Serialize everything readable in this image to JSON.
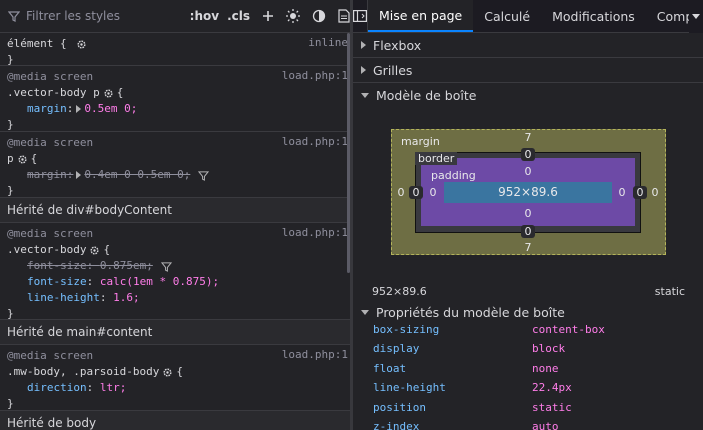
{
  "left": {
    "toolbar": {
      "filter_placeholder": "Filtrer les styles",
      "hov_label": ":hov",
      "cls_label": ".cls"
    },
    "rules": [
      {
        "selector": "élément { ",
        "source": "inline",
        "close": "}"
      },
      {
        "media": "@media screen",
        "source": "load.php:1",
        "selector": ".vector-body p",
        "open": "{",
        "props": [
          {
            "name": "margin",
            "value": "0.5em 0;",
            "expandable": true
          }
        ],
        "close": "}"
      },
      {
        "media": "@media screen",
        "source": "load.php:1",
        "selector": "p",
        "open": "{",
        "props": [
          {
            "name": "margin",
            "value": "0.4em 0 0.5em 0;",
            "expandable": true,
            "overridden": true
          }
        ],
        "close": "}"
      }
    ],
    "inherited_1": "Hérité de div#bodyContent",
    "rule_body": {
      "media": "@media screen",
      "source": "load.php:1",
      "selector": ".vector-body",
      "open": "{",
      "props": [
        {
          "name": "font-size",
          "value": "0.875em;",
          "overridden": true
        },
        {
          "name": "font-size",
          "value": "calc(1em * 0.875);"
        },
        {
          "name": "line-height",
          "value": "1.6;"
        }
      ],
      "close": "}"
    },
    "inherited_2": "Hérité de main#content",
    "rule_main": {
      "media": "@media screen",
      "source": "load.php:1",
      "selector": ".mw-body, .parsoid-body",
      "open": "{",
      "props": [
        {
          "name": "direction",
          "value": "ltr;"
        }
      ],
      "close": "}"
    },
    "inherited_3": "Hérité de body"
  },
  "right": {
    "tabs": [
      "Mise en page",
      "Calculé",
      "Modifications",
      "Compati"
    ],
    "sections": {
      "flexbox": "Flexbox",
      "grille": "Grilles",
      "boxmodel": "Modèle de boîte"
    },
    "box": {
      "margin_label": "margin",
      "border_label": "border",
      "padding_label": "padding",
      "content": "952×89.6",
      "margin": {
        "top": "7",
        "right": "0",
        "bottom": "7",
        "left": "0"
      },
      "border": {
        "top": "0",
        "right": "0",
        "bottom": "0",
        "left": "0"
      },
      "padding": {
        "top": "0",
        "right": "0",
        "bottom": "0",
        "left": "0"
      }
    },
    "footer": {
      "size": "952×89.6",
      "position": "static"
    },
    "props_title": "Propriétés du modèle de boîte",
    "props": [
      {
        "name": "box-sizing",
        "value": "content-box"
      },
      {
        "name": "display",
        "value": "block"
      },
      {
        "name": "float",
        "value": "none"
      },
      {
        "name": "line-height",
        "value": "22.4px"
      },
      {
        "name": "position",
        "value": "static"
      },
      {
        "name": "z-index",
        "value": "auto"
      }
    ]
  },
  "colors": {
    "accent": "#0a84ff",
    "prop_name": "#75bfff",
    "prop_value": "#ff7de9",
    "margin_box": "#6e6e44",
    "padding_box": "#6d4aa6",
    "content_box": "#3a75a0"
  }
}
